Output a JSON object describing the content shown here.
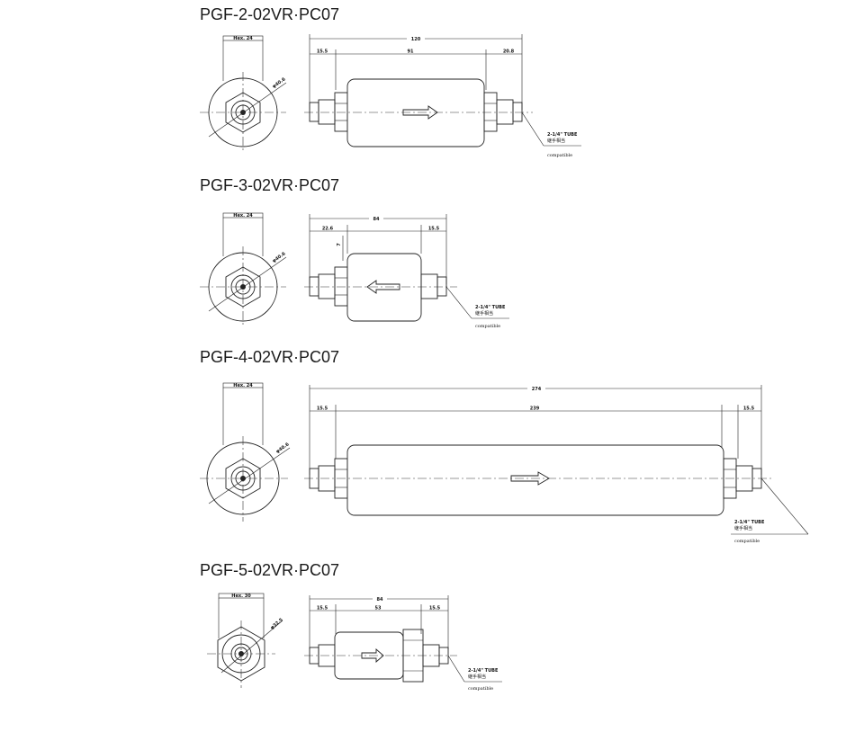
{
  "drawings": [
    {
      "title": "PGF-2-02VR·PC07",
      "hex_label": "Hex. 24",
      "diameter_label": "φ40.6",
      "overall_length": "120",
      "body_length": "91",
      "left_offset": "15.5",
      "right_offset": "20.8",
      "port_label": "2-1/4\" TUBE",
      "port_label_jp": "継手相当",
      "compatible": "compatible",
      "flow_direction": "right"
    },
    {
      "title": "PGF-3-02VR·PC07",
      "hex_label": "Hex. 24",
      "diameter_label": "φ40.6",
      "overall_length": "84",
      "body_length": "",
      "left_offset": "22.6",
      "right_offset": "15.5",
      "small_label": "7",
      "port_label": "2-1/4\" TUBE",
      "port_label_jp": "継手相当",
      "compatible": "compatible",
      "flow_direction": "left"
    },
    {
      "title": "PGF-4-02VR·PC07",
      "hex_label": "Hex. 24",
      "diameter_label": "φ40.6",
      "overall_length": "274",
      "body_length": "239",
      "left_offset": "15.5",
      "right_offset": "15.5",
      "port_label": "2-1/4\" TUBE",
      "port_label_jp": "継手相当",
      "compatible": "compatible",
      "flow_direction": "right"
    },
    {
      "title": "PGF-5-02VR·PC07",
      "hex_label": "Hex. 30",
      "diameter_label": "φ32.5",
      "overall_length": "84",
      "body_length": "53",
      "left_offset": "15.5",
      "right_offset": "15.5",
      "port_label": "2-1/4\" TUBE",
      "port_label_jp": "継手相当",
      "compatible": "compatible",
      "flow_direction": "right"
    }
  ]
}
